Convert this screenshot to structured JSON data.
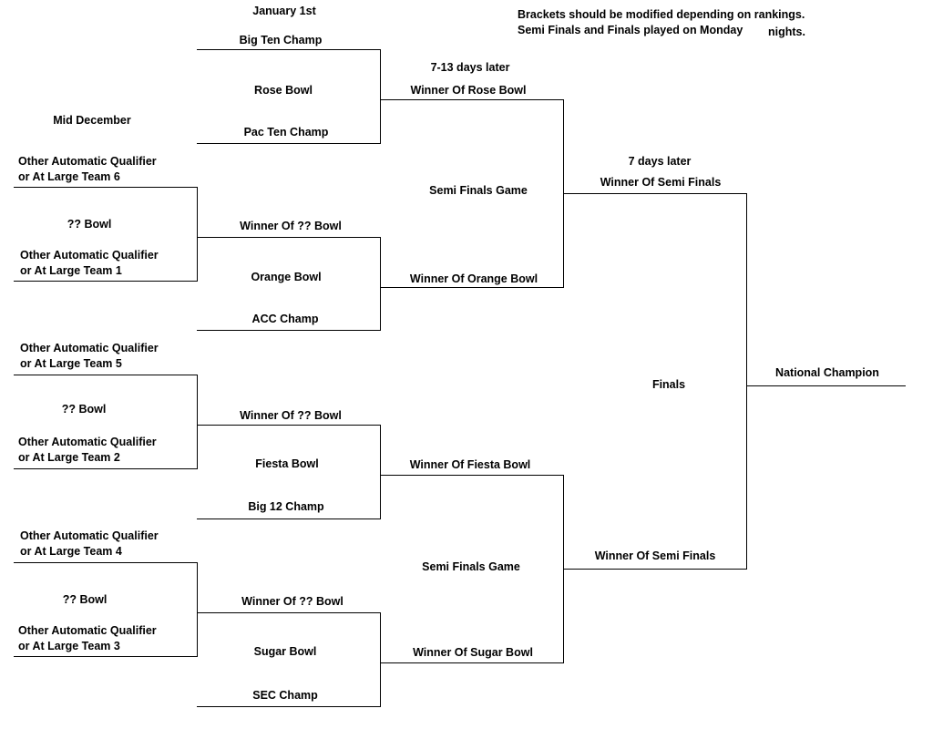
{
  "notes": {
    "line1": "Brackets should be modified depending on rankings.",
    "line2a": "Semi Finals and Finals played on Monday",
    "line2b": "nights."
  },
  "round_headers": {
    "mid_december": "Mid December",
    "january_1st": "January 1st",
    "semis_timing": "7-13 days later",
    "finals_timing": "7 days later"
  },
  "first_round": {
    "qualifier_6": [
      "Other Automatic Qualifier",
      "or At Large Team 6"
    ],
    "qualifier_1": [
      "Other Automatic Qualifier",
      "or At Large Team 1"
    ],
    "qualifier_5": [
      "Other Automatic Qualifier",
      "or At Large Team 5"
    ],
    "qualifier_2": [
      "Other Automatic Qualifier",
      "or At Large Team 2"
    ],
    "qualifier_4": [
      "Other Automatic Qualifier",
      "or At Large Team 4"
    ],
    "qualifier_3": [
      "Other Automatic Qualifier",
      "or At Large Team 3"
    ],
    "bowl_a": "?? Bowl",
    "bowl_b": "?? Bowl",
    "bowl_c": "?? Bowl"
  },
  "bowls": {
    "big_ten": "Big Ten Champ",
    "rose": "Rose Bowl",
    "pac_ten": "Pac Ten Champ",
    "winner_qq_1": "Winner Of ?? Bowl",
    "orange": "Orange Bowl",
    "acc": "ACC Champ",
    "winner_qq_2": "Winner Of ?? Bowl",
    "fiesta": "Fiesta Bowl",
    "big12": "Big 12 Champ",
    "winner_qq_3": "Winner Of ?? Bowl",
    "sugar": "Sugar Bowl",
    "sec": "SEC Champ"
  },
  "semis": {
    "winner_rose": "Winner Of Rose Bowl",
    "winner_orange": "Winner Of Orange Bowl",
    "winner_fiesta": "Winner Of Fiesta Bowl",
    "winner_sugar": "Winner Of Sugar Bowl",
    "game_top": "Semi Finals Game",
    "game_bottom": "Semi Finals Game"
  },
  "finals": {
    "winner_semis_top": "Winner Of Semi Finals",
    "winner_semis_bottom": "Winner Of Semi Finals",
    "finals": "Finals",
    "champion": "National Champion"
  }
}
